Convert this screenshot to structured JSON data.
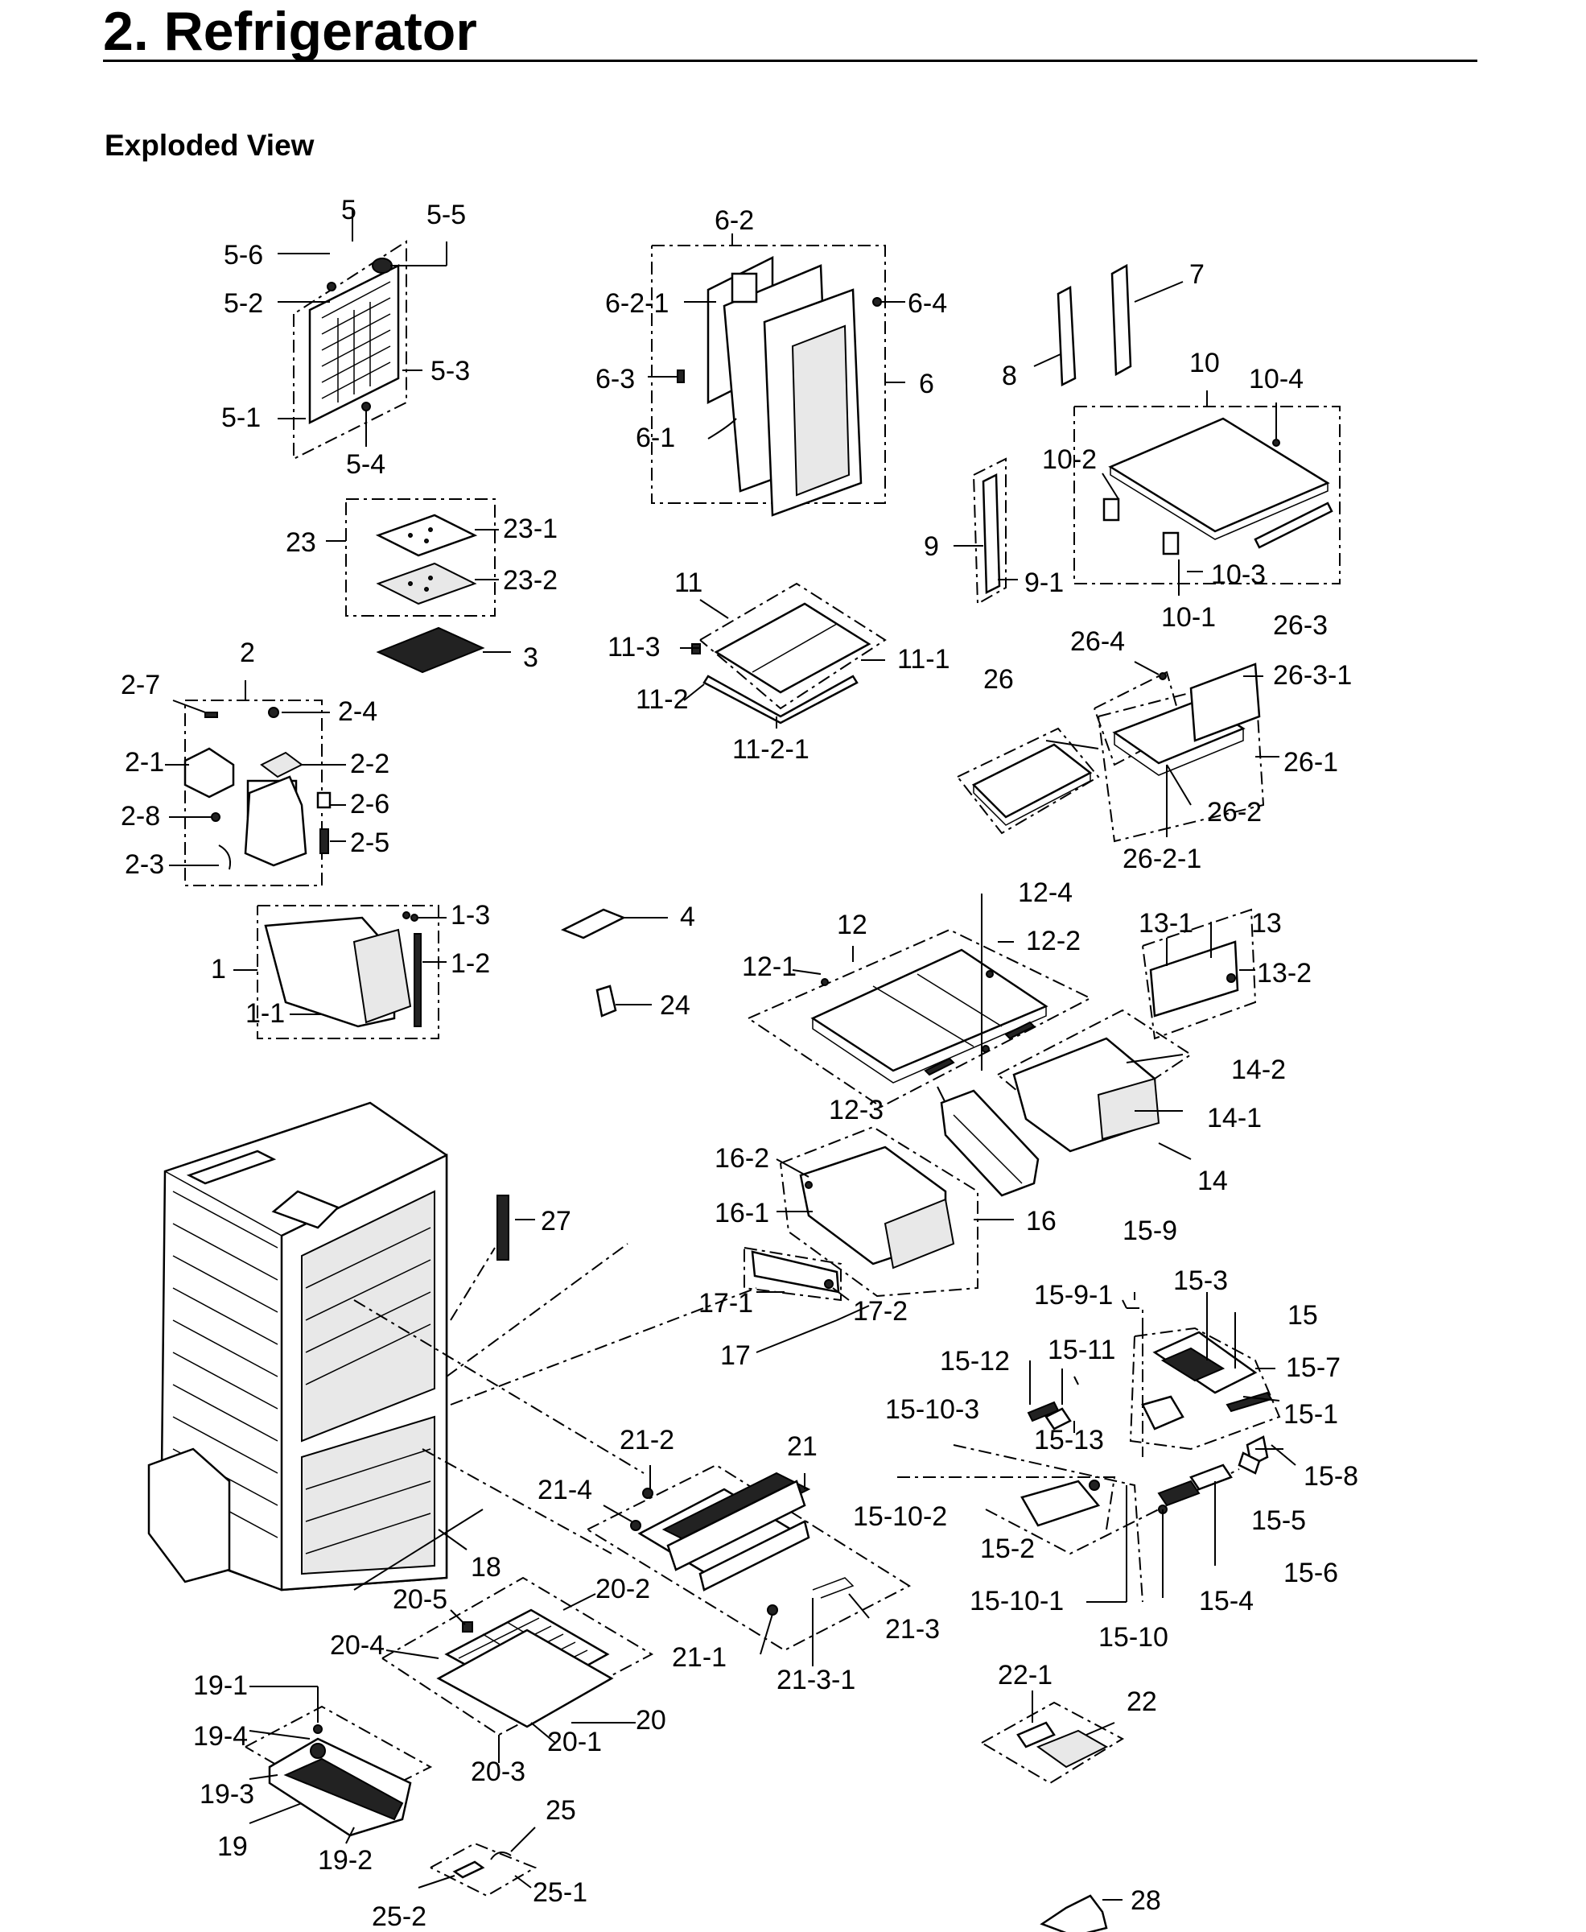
{
  "page": {
    "title": "2.  Refrigerator",
    "subtitle": "Exploded View"
  },
  "labels": {
    "l5": "5",
    "l5_5": "5-5",
    "l5_6": "5-6",
    "l5_2": "5-2",
    "l5_3": "5-3",
    "l5_1": "5-1",
    "l5_4": "5-4",
    "l6_2": "6-2",
    "l6_2_1": "6-2-1",
    "l6_4": "6-4",
    "l6_3": "6-3",
    "l6": "6",
    "l6_1": "6-1",
    "l7": "7",
    "l8": "8",
    "l10": "10",
    "l10_4": "10-4",
    "l10_2": "10-2",
    "l9": "9",
    "l9_1": "9-1",
    "l10_3": "10-3",
    "l10_1": "10-1",
    "l23": "23",
    "l23_1": "23-1",
    "l23_2": "23-2",
    "l3": "3",
    "l11": "11",
    "l11_3": "11-3",
    "l11_1": "11-1",
    "l11_2": "11-2",
    "l11_2_1": "11-2-1",
    "l26_3": "26-3",
    "l26_4": "26-4",
    "l26_3_1": "26-3-1",
    "l26": "26",
    "l26_1": "26-1",
    "l26_2": "26-2",
    "l26_2_1": "26-2-1",
    "l2": "2",
    "l2_7": "2-7",
    "l2_4": "2-4",
    "l2_1": "2-1",
    "l2_2": "2-2",
    "l2_6": "2-6",
    "l2_8": "2-8",
    "l2_5": "2-5",
    "l2_3": "2-3",
    "l1_3": "1-3",
    "l1": "1",
    "l1_2": "1-2",
    "l1_1": "1-1",
    "l4": "4",
    "l24": "24",
    "l12_4": "12-4",
    "l12": "12",
    "l12_2": "12-2",
    "l12_1": "12-1",
    "l12_3": "12-3",
    "l13_1": "13-1",
    "l13": "13",
    "l13_2": "13-2",
    "l14_2": "14-2",
    "l14_1": "14-1",
    "l14": "14",
    "l16_2": "16-2",
    "l16_1": "16-1",
    "l16": "16",
    "l27": "27",
    "l17_1": "17-1",
    "l17_2": "17-2",
    "l17": "17",
    "l15_9": "15-9",
    "l15_3": "15-3",
    "l15_9_1": "15-9-1",
    "l15": "15",
    "l15_7": "15-7",
    "l15_12": "15-12",
    "l15_11": "15-11",
    "l15_1": "15-1",
    "l15_10_3": "15-10-3",
    "l15_13": "15-13",
    "l15_8": "15-8",
    "l15_10_2": "15-10-2",
    "l15_5": "15-5",
    "l15_2": "15-2",
    "l15_6": "15-6",
    "l15_10_1": "15-10-1",
    "l15_4": "15-4",
    "l15_10": "15-10",
    "l21_2": "21-2",
    "l21": "21",
    "l21_4": "21-4",
    "l18": "18",
    "l20_5": "20-5",
    "l20_2": "20-2",
    "l20_4": "20-4",
    "l21_1": "21-1",
    "l21_3": "21-3",
    "l21_3_1": "21-3-1",
    "l20": "20",
    "l20_1": "20-1",
    "l20_3": "20-3",
    "l19_1": "19-1",
    "l19_4": "19-4",
    "l19_3": "19-3",
    "l19": "19",
    "l19_2": "19-2",
    "l22_1": "22-1",
    "l22": "22",
    "l25": "25",
    "l25_1": "25-1",
    "l25_2": "25-2",
    "l28": "28"
  }
}
